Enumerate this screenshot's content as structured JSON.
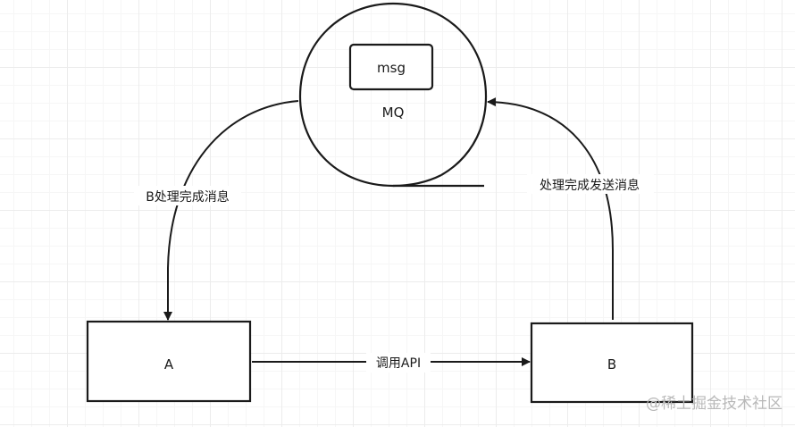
{
  "nodes": {
    "mq": {
      "label": "MQ"
    },
    "msg": {
      "label": "msg"
    },
    "a": {
      "label": "A"
    },
    "b": {
      "label": "B"
    }
  },
  "edges": {
    "mq_to_a": {
      "label": "B处理完成消息"
    },
    "a_to_b": {
      "label": "调用API"
    },
    "b_to_mq": {
      "label": "处理完成发送消息"
    }
  },
  "watermark": "@稀土掘金技术社区",
  "colors": {
    "stroke": "#1a1a1a",
    "grid": "#ececec",
    "watermark": "#b8b8b8"
  }
}
